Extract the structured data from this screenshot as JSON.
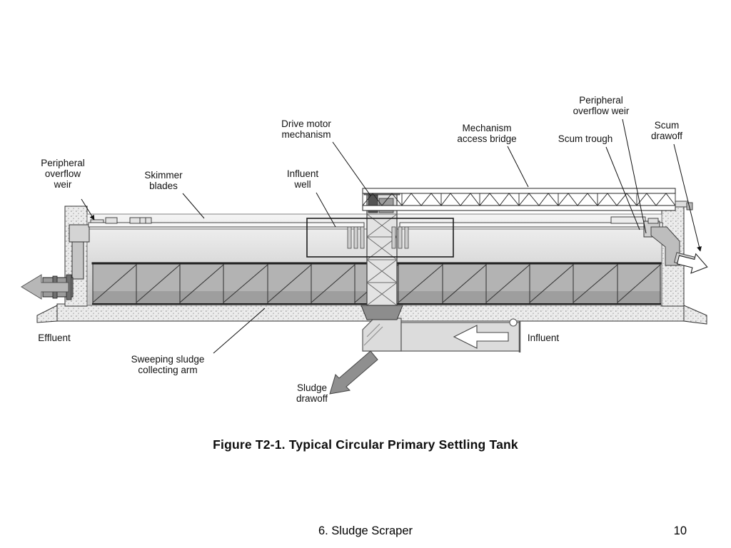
{
  "slide": {
    "caption": "Figure T2-1. Typical Circular Primary Settling Tank",
    "footer_title": "6. Sludge Scraper",
    "page_number": "10"
  },
  "labels": {
    "peripheral_overflow_weir_left": "Peripheral\noverflow\nweir",
    "skimmer_blades": "Skimmer\nblades",
    "influent_well": "Influent\nwell",
    "drive_motor_mechanism": "Drive motor\nmechanism",
    "mechanism_access_bridge": "Mechanism\naccess bridge",
    "scum_trough": "Scum trough",
    "peripheral_overflow_weir_right": "Peripheral\noverflow weir",
    "scum_drawoff": "Scum\ndrawoff",
    "effluent": "Effluent",
    "sweeping_sludge_collecting_arm": "Sweeping sludge\ncollecting arm",
    "sludge_drawoff": "Sludge\ndrawoff",
    "influent": "Influent"
  },
  "colors": {
    "background": "#ffffff",
    "diagram_line": "#1a1a1a",
    "metal_light": "#dcdcdc",
    "metal_mid": "#aaaaaa",
    "metal_dark": "#8d8d8d"
  }
}
